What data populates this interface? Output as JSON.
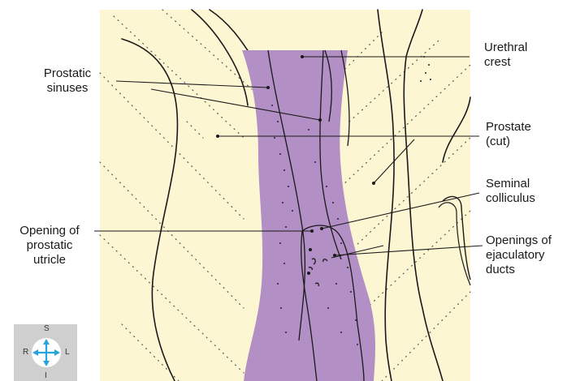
{
  "labels": {
    "urethral_crest": [
      "Urethral",
      "crest"
    ],
    "prostatic_sinuses": [
      "Prostatic",
      "sinuses"
    ],
    "prostate_cut": [
      "Prostate",
      "(cut)"
    ],
    "seminal_colliculus": [
      "Seminal",
      "colliculus"
    ],
    "opening_prostatic_utricle": [
      "Opening of",
      "prostatic",
      "utricle"
    ],
    "openings_ejaculatory_ducts": [
      "Openings of",
      "ejaculatory",
      "ducts"
    ]
  },
  "orientation": {
    "superior": "S",
    "inferior": "I",
    "right": "R",
    "left": "L"
  },
  "colors": {
    "background_tissue": "#fdf6d3",
    "urethra": "#b28fc4",
    "outline": "#1a1a1a",
    "arrow": "#29a3dc",
    "orient_panel": "#cfcfcf"
  }
}
